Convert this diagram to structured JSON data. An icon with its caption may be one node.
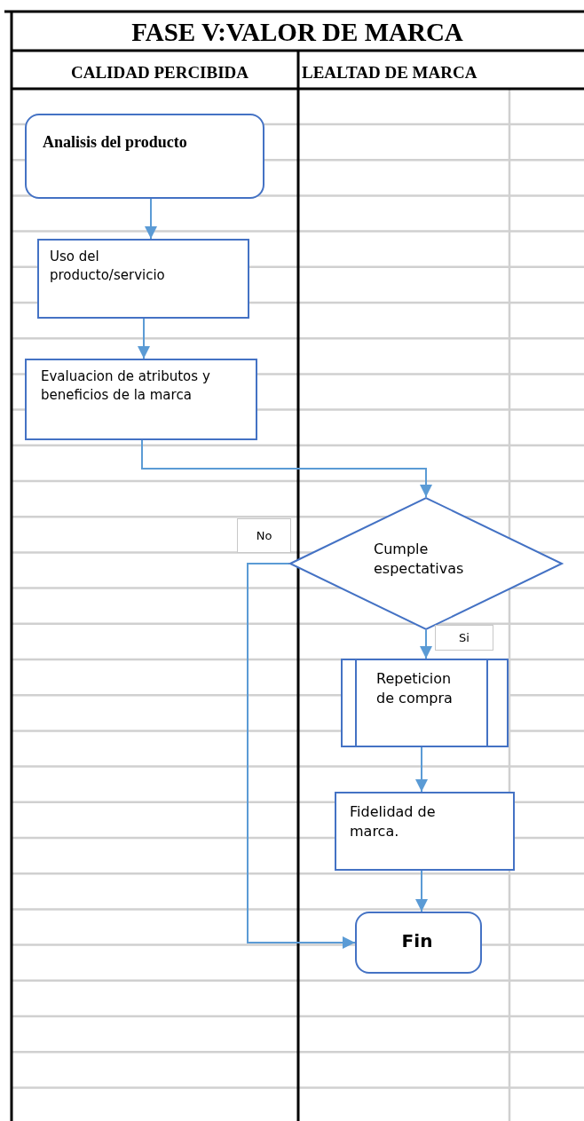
{
  "diagram": {
    "title": "FASE V:VALOR  DE MARCA",
    "nodes": [
      {
        "text": [
          "Analisis del producto"
        ]
      },
      {
        "text": [
          "Uso del producto/servicio"
        ]
      },
      {
        "text": [
          "Evaluacion de atributos y beneficios de la marca"
        ]
      },
      {
        "text": [
          "Cumple espectativas"
        ]
      },
      {
        "text": [
          "Repeticion de compra"
        ]
      },
      {
        "text": [
          "Fidelidad de marca."
        ]
      },
      {
        "text": [
          "Fin"
        ]
      }
    ],
    "edges": [
      {
        "from": 0,
        "to": 1,
        "arrow": "to"
      },
      {
        "from": 1,
        "to": 2,
        "arrow": "to"
      },
      {
        "from": 2,
        "to": 3,
        "arrow": "to"
      },
      {
        "from": 3,
        "to": 4,
        "arrow": "to",
        "label": "Si"
      },
      {
        "from": 3,
        "to": 6,
        "arrow": "to",
        "label": "No"
      },
      {
        "from": 4,
        "to": 5,
        "arrow": "to"
      },
      {
        "from": 5,
        "to": 6,
        "arrow": "to"
      }
    ],
    "labels": [
      "CALIDAD PERCIBIDA",
      "LEALTAD DE MARCA"
    ]
  }
}
